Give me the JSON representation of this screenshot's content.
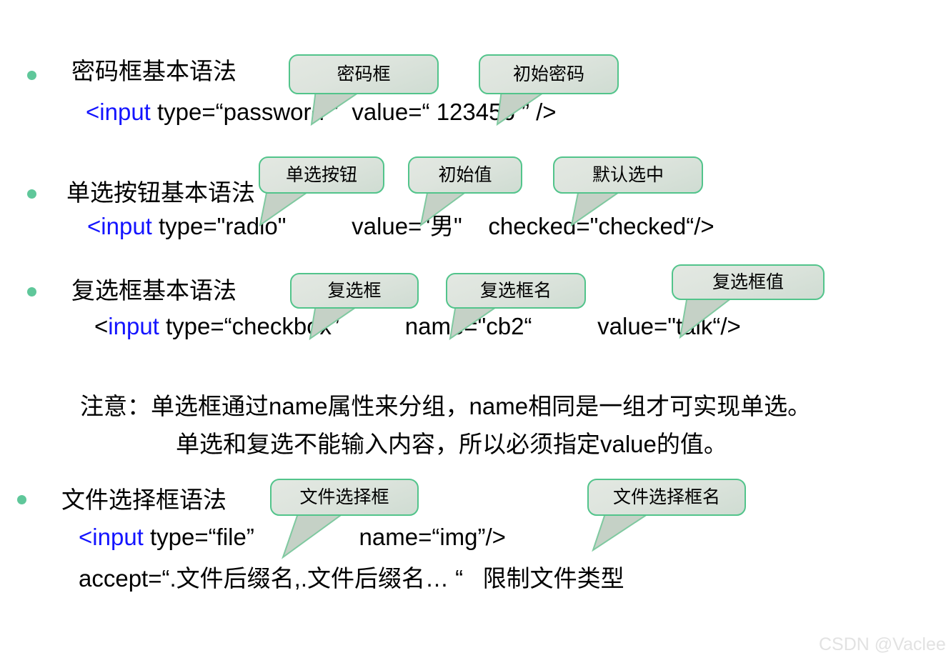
{
  "slide": {
    "background_color": "#ffffff",
    "bullet_color": "#5fc79a",
    "keyword_color": "#1414ff",
    "callout_border_color": "#52c48b",
    "callout_fill_color": "#dde4dd",
    "text_color": "#000000"
  },
  "sections": [
    {
      "heading": "密码框基本语法",
      "code_prefix_bracket": "<",
      "code_keyword": "input",
      "code_rest": " type=“password ”  value=“ 123456 ” />",
      "callouts": [
        "密码框",
        "初始密码"
      ]
    },
    {
      "heading": "单选按钮基本语法",
      "code_prefix_bracket": "<",
      "code_keyword": "input",
      "code_rest": " type=\"radio\"          value=\"男\"    checked=\"checked“/>",
      "callouts": [
        "单选按钮",
        "初始值",
        "默认选中"
      ]
    },
    {
      "heading": "复选框基本语法",
      "code_prefix_bracket": "<",
      "code_keyword": "input",
      "code_rest": " type=“checkbox”          name=\"cb2“          value=\"talk“/>",
      "callouts": [
        "复选框",
        "复选框名",
        "复选框值"
      ]
    },
    {
      "heading": "文件选择框语法",
      "code_prefix_bracket": "<",
      "code_keyword": "input",
      "code_rest": " type=“file”                name=“img”/>",
      "code_line2": "accept=“.文件后缀名,.文件后缀名… “   限制文件类型",
      "callouts": [
        "文件选择框",
        "文件选择框名"
      ]
    }
  ],
  "note": {
    "line1": "注意：单选框通过name属性来分组，name相同是一组才可实现单选。",
    "line2": "单选和复选不能输入内容，所以必须指定value的值。"
  },
  "watermark": {
    "text": "CSDN @Vaclee"
  }
}
